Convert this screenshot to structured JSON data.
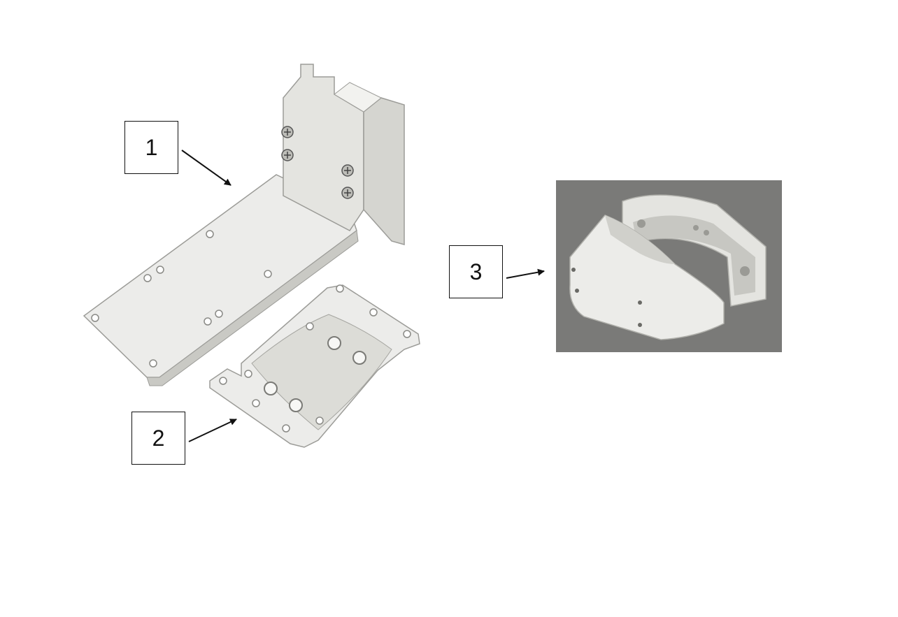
{
  "callouts": {
    "one": "1",
    "two": "2",
    "three": "3"
  },
  "parts": [
    {
      "callout": "1",
      "icon": "l-bracket-mount"
    },
    {
      "callout": "2",
      "icon": "curved-saddle-bracket"
    },
    {
      "callout": "3",
      "icon": "split-pole-clamp"
    }
  ],
  "colors": {
    "background": "#ffffff",
    "part": "#e9e9e6",
    "part_shade": "#c9c9c4",
    "photo_background": "#7a7a78",
    "outline": "#111111"
  }
}
